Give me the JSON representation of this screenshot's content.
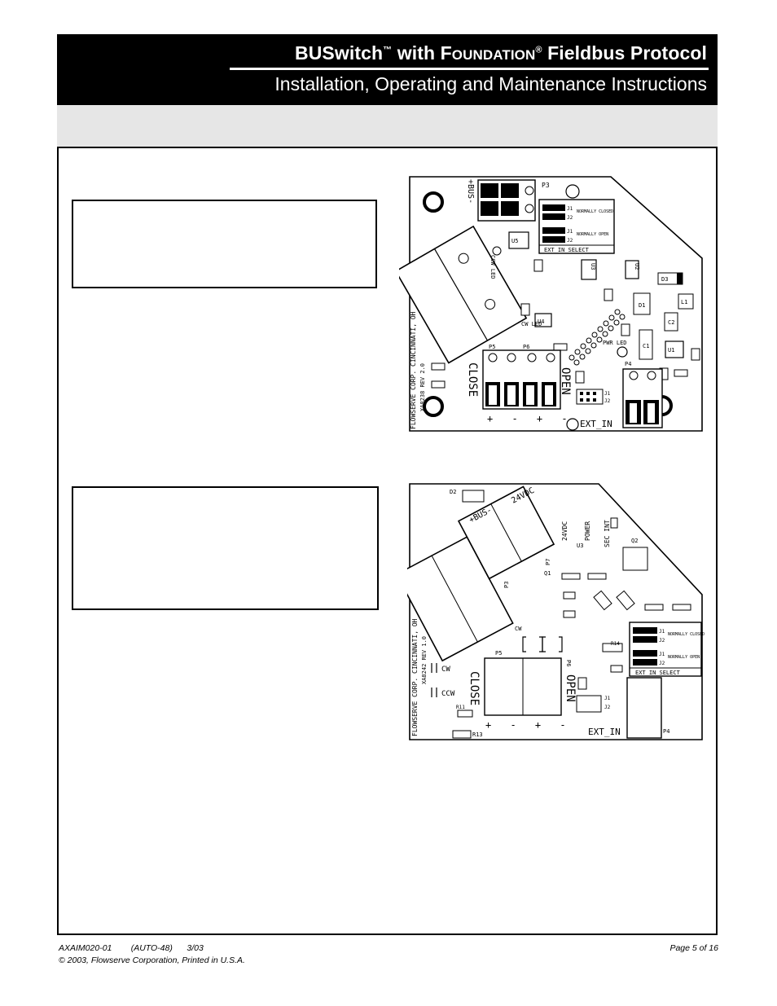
{
  "header": {
    "title_main": "BUSwitch",
    "title_tm": "™",
    "title_with": " with ",
    "title_foundation_f": "F",
    "title_foundation_rest": "OUNDATION",
    "title_reg": "®",
    "title_end": " Fieldbus Protocol",
    "subtitle": "Installation, Operating and Maintenance Instructions"
  },
  "board1": {
    "labels": {
      "bus": "+BUS-",
      "p3": "P3",
      "j1": "J1",
      "j2": "J2",
      "normally_closed": "NORMALLY CLOSED",
      "normally_open": "NORMALLY OPEN",
      "ext_in_select": "EXT_IN SELECT",
      "u5": "U5",
      "ccw_led": "CCW LED",
      "cw_led": "CW LED",
      "pwr_led": "PWR LED",
      "u4": "U4",
      "u3": "U3",
      "u2": "U2",
      "d3": "D3",
      "d1": "D1",
      "l1": "L1",
      "c2": "C2",
      "c1": "C1",
      "u1": "U1",
      "p4": "P4",
      "p5": "P5",
      "p6": "P6",
      "close": "CLOSE",
      "open": "OPEN",
      "ext_in": "EXT_IN",
      "plus_minus": "+ - + -",
      "corp": "FLOWSERVE CORP. CINCINNATI, OH",
      "part": "XA8238 REV 2.0"
    }
  },
  "board2": {
    "labels": {
      "d2": "D2",
      "bus": "+BUS-",
      "v24": "24VDC",
      "power": "POWER",
      "sec_int": "SEC INT",
      "u3": "U3",
      "q2": "Q2",
      "p3": "P3",
      "p7": "P7",
      "q1": "Q1",
      "cw": "CW",
      "ccw": "CCW",
      "p5": "P5",
      "p6": "P6",
      "close": "CLOSE",
      "open": "OPEN",
      "ext_in": "EXT_IN",
      "p4": "P4",
      "j1": "J1",
      "j2": "J2",
      "normally_closed": "NORMALLY CLOSED",
      "normally_open": "NORMALLY OPEN",
      "ext_in_select": "EXT IN SELECT",
      "r13": "R13",
      "r11": "R11",
      "r14": "R14",
      "plus_minus": "+ - + -",
      "corp": "FLOWSERVE CORP. CINCINNATI, OH",
      "part": "XA8242 REV 1.0"
    }
  },
  "footer": {
    "doc": "AXAIM020-01        (AUTO-48)      3/03",
    "copyright": "© 2003, Flowserve Corporation, Printed in U.S.A.",
    "page": "Page 5 of 16"
  }
}
